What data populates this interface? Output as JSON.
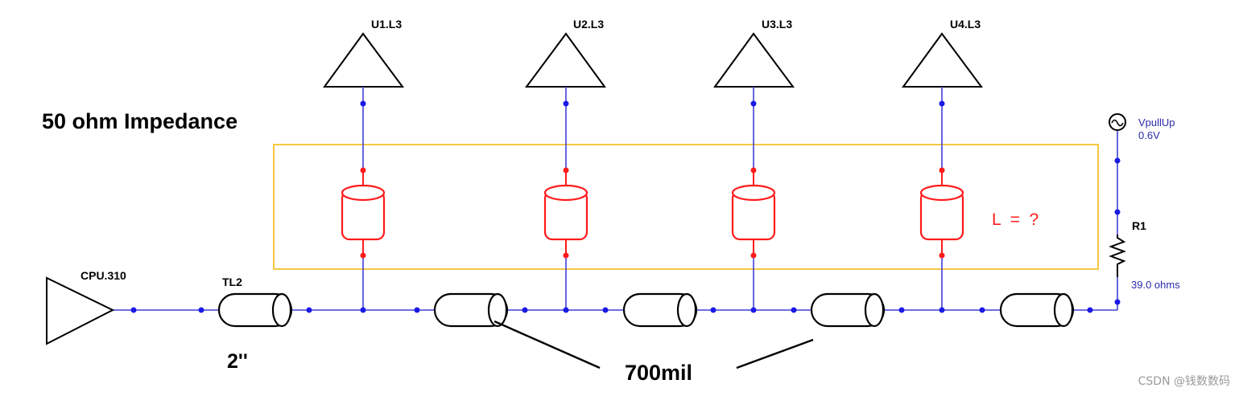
{
  "heading": "50 ohm Impedance",
  "driver_label": "CPU.310",
  "receivers": [
    {
      "label": "U1.L3"
    },
    {
      "label": "U2.L3"
    },
    {
      "label": "U3.L3"
    },
    {
      "label": "U4.L3"
    }
  ],
  "first_segment_label": "TL2",
  "first_segment_length": "2''",
  "segment_length_label": "700mil",
  "stub_length_label": "L  =  ?",
  "source_label": "VpullUp",
  "source_value": "0.6V",
  "resistor_label": "R1",
  "resistor_value": "39.0 ohms",
  "watermark": "CSDN @钱数数码",
  "colors": {
    "wire": "#3f3fd9",
    "stub": "#ff1a1a",
    "highlight_box": "#f5c842",
    "blue_text": "#2a2aa8"
  }
}
